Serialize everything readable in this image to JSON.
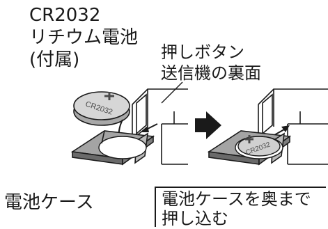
{
  "battery": {
    "model": "CR2032",
    "type": "リチウム電池",
    "note": "(付属)",
    "engraving": "CR2032"
  },
  "transmitter": {
    "button_label": "押しボタン",
    "back_label": "送信機の裏面"
  },
  "case_label": "電池ケース",
  "instruction": {
    "line1": "電池ケースを奥まで",
    "line2": "押し込む"
  },
  "colors": {
    "outline": "#1a1a1a",
    "case_gray": "#9a9a9a",
    "case_dark": "#6a6a6a",
    "battery_light": "#d4d4d4",
    "battery_mid": "#b8b8b8"
  },
  "icons": {
    "step_arrow": "arrow-right-icon",
    "insert_arrow": "arrow-down-icon",
    "slide_arrow": "arrow-left-icon"
  }
}
